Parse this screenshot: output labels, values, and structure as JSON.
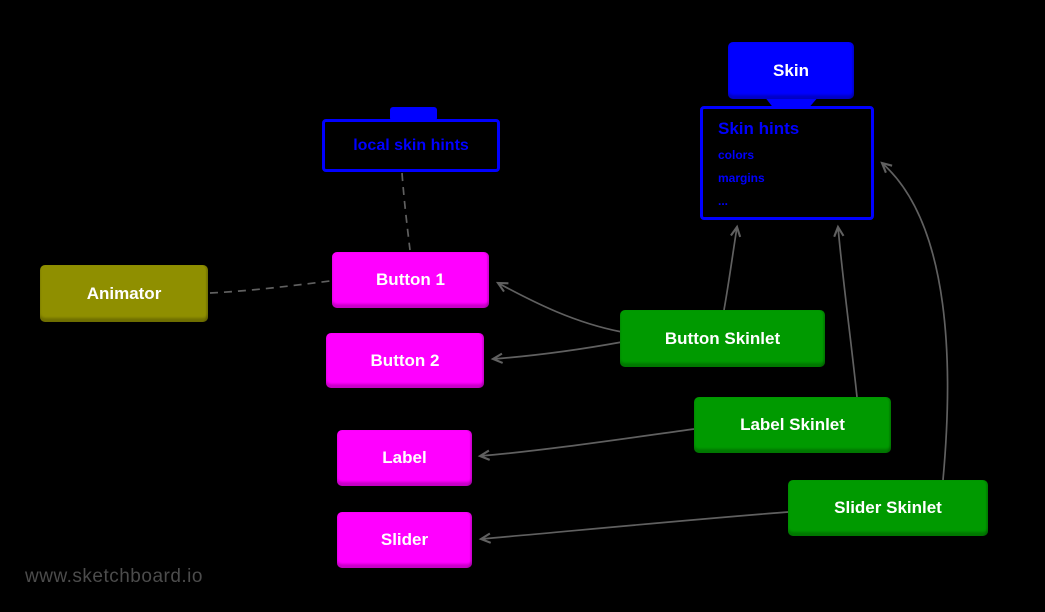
{
  "watermark": "www.sketchboard.io",
  "colors": {
    "background": "#000000",
    "blue": "#0000ff",
    "magenta": "#ff00ff",
    "green": "#009a00",
    "olive": "#8f8f00",
    "connector_gray": "#606060",
    "label_white": "#ffffff",
    "watermark_gray": "#4c4c4c"
  },
  "nodes": {
    "skin": {
      "label": "Skin"
    },
    "skin_hints": {
      "title": "Skin hints",
      "items": [
        "colors",
        "margins",
        "..."
      ]
    },
    "local_skin_hints": {
      "label": "local skin hints"
    },
    "animator": {
      "label": "Animator"
    },
    "button_1": {
      "label": "Button 1"
    },
    "button_2": {
      "label": "Button 2"
    },
    "label": {
      "label": "Label"
    },
    "slider": {
      "label": "Slider"
    },
    "button_skinlet": {
      "label": "Button Skinlet"
    },
    "label_skinlet": {
      "label": "Label Skinlet"
    },
    "slider_skinlet": {
      "label": "Slider Skinlet"
    }
  },
  "connections": [
    {
      "from": "local_skin_hints",
      "to": "button_1",
      "style": "dashed",
      "arrow": false
    },
    {
      "from": "animator",
      "to": "button_1",
      "style": "dashed",
      "arrow": false
    },
    {
      "from": "button_skinlet",
      "to": "button_1",
      "style": "solid",
      "arrow": true
    },
    {
      "from": "button_skinlet",
      "to": "button_2",
      "style": "solid",
      "arrow": true
    },
    {
      "from": "button_skinlet",
      "to": "skin_hints",
      "style": "solid",
      "arrow": true
    },
    {
      "from": "label_skinlet",
      "to": "label",
      "style": "solid",
      "arrow": true
    },
    {
      "from": "label_skinlet",
      "to": "skin_hints",
      "style": "solid",
      "arrow": true
    },
    {
      "from": "slider_skinlet",
      "to": "slider",
      "style": "solid",
      "arrow": true
    },
    {
      "from": "slider_skinlet",
      "to": "skin_hints",
      "style": "solid",
      "arrow": true
    },
    {
      "from": "skin",
      "to": "skin_hints",
      "style": "attached",
      "arrow": false
    }
  ]
}
